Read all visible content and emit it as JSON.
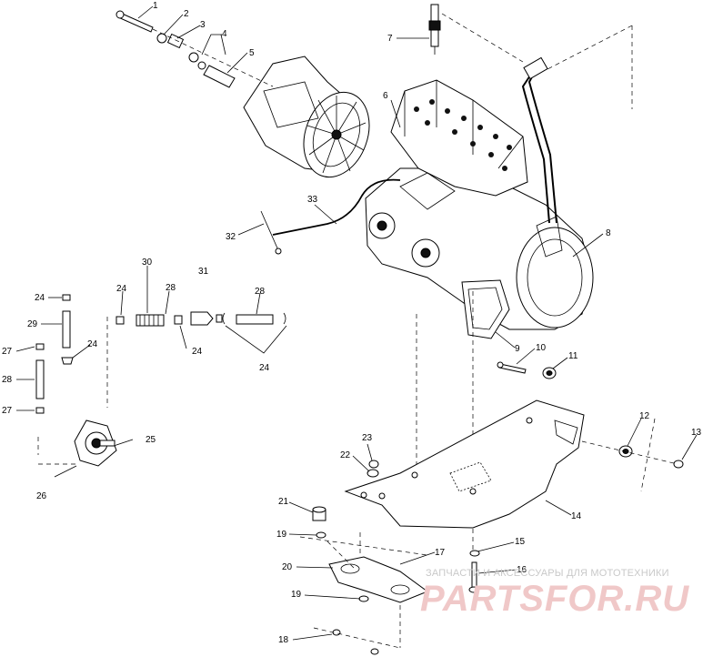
{
  "diagram": {
    "callouts": {
      "c1": "1",
      "c2": "2",
      "c3": "3",
      "c4": "4",
      "c5": "5",
      "c6": "6",
      "c7": "7",
      "c8": "8",
      "c9": "9",
      "c10": "10",
      "c11": "11",
      "c12": "12",
      "c13": "13",
      "c14": "14",
      "c15": "15",
      "c16": "16",
      "c17": "17",
      "c18": "18",
      "c19a": "19",
      "c19b": "19",
      "c20": "20",
      "c21": "21",
      "c22": "22",
      "c23": "23",
      "c24a": "24",
      "c24b": "24",
      "c24c": "24",
      "c24d": "24",
      "c24e": "24",
      "c25": "25",
      "c26": "26",
      "c27a": "27",
      "c27b": "27",
      "c28a": "28",
      "c28b": "28",
      "c28c": "28",
      "c29": "29",
      "c30": "30",
      "c31": "31",
      "c32": "32",
      "c33": "33"
    }
  },
  "watermark": {
    "tagline": "ЗАПЧАСТИ И АКСЕССУАРЫ ДЛЯ МОТОТЕХНИКИ",
    "logo": "PARTSFOR.RU"
  }
}
